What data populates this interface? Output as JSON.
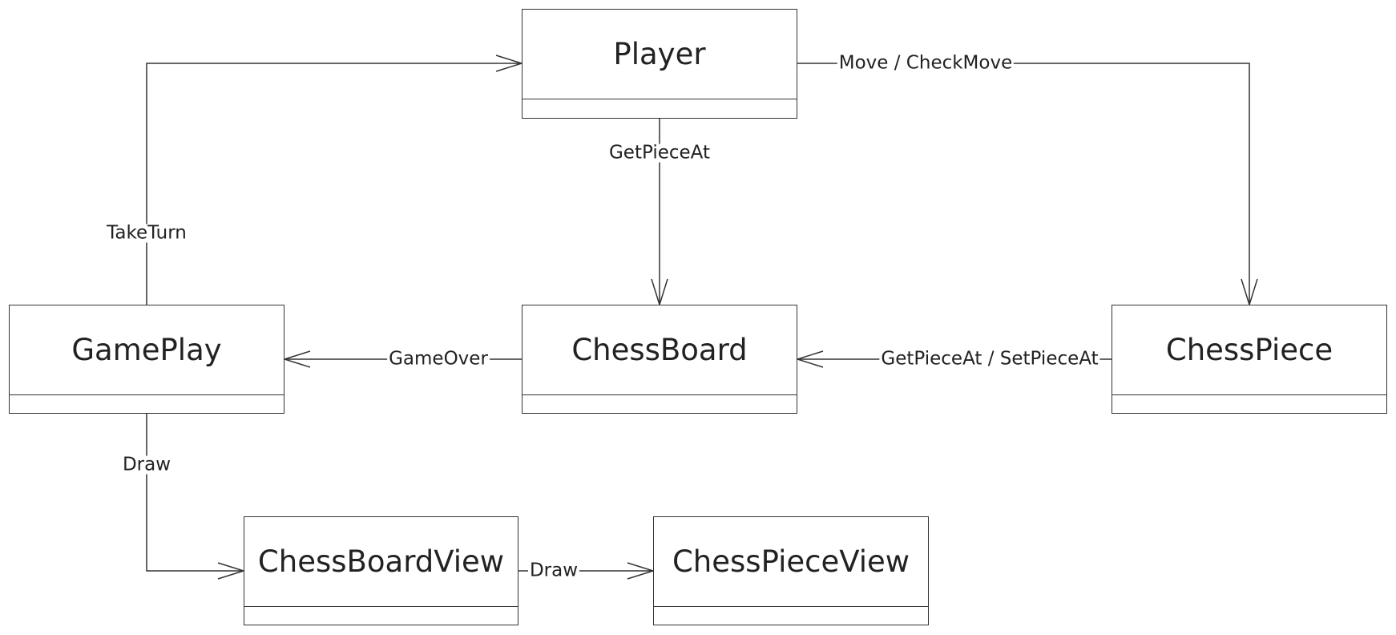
{
  "diagram": {
    "classes": [
      {
        "id": "player",
        "name": "Player"
      },
      {
        "id": "gameplay",
        "name": "GamePlay"
      },
      {
        "id": "chessboard",
        "name": "ChessBoard"
      },
      {
        "id": "chesspiece",
        "name": "ChessPiece"
      },
      {
        "id": "chessboardview",
        "name": "ChessBoardView"
      },
      {
        "id": "chesspieceview",
        "name": "ChessPieceView"
      }
    ],
    "relations": [
      {
        "id": "taketurn",
        "from": "gameplay",
        "to": "player",
        "label": "TakeTurn"
      },
      {
        "id": "movecheck",
        "from": "player",
        "to": "chesspiece",
        "label": "Move / CheckMove"
      },
      {
        "id": "getpieceat",
        "from": "player",
        "to": "chessboard",
        "label": "GetPieceAt"
      },
      {
        "id": "gameover",
        "from": "chessboard",
        "to": "gameplay",
        "label": "GameOver"
      },
      {
        "id": "getset",
        "from": "chesspiece",
        "to": "chessboard",
        "label": "GetPieceAt / SetPieceAt"
      },
      {
        "id": "draw1",
        "from": "gameplay",
        "to": "chessboardview",
        "label": "Draw"
      },
      {
        "id": "draw2",
        "from": "chessboardview",
        "to": "chesspieceview",
        "label": "Draw"
      }
    ],
    "colors": {
      "stroke": "#333333",
      "text": "#222222",
      "background": "#ffffff"
    }
  }
}
